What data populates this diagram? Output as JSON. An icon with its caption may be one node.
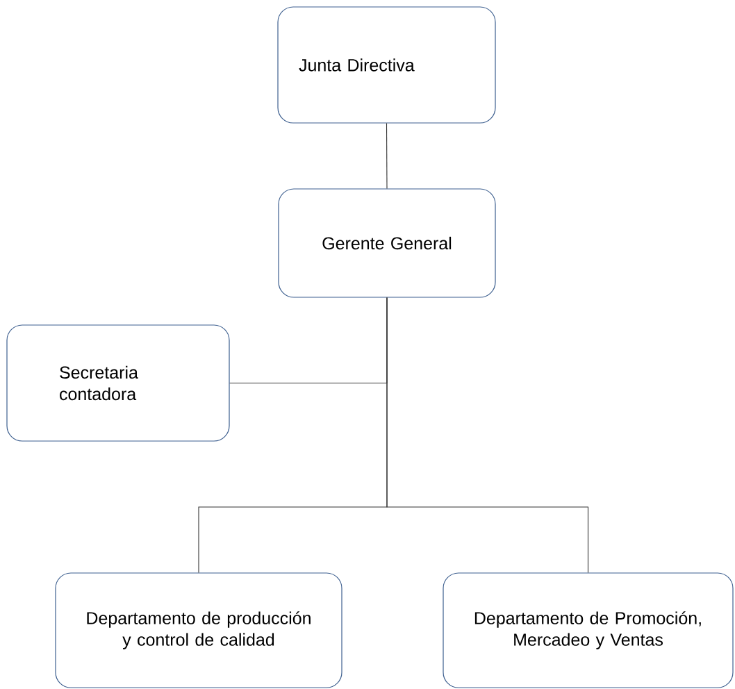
{
  "diagram": {
    "nodes": [
      {
        "text": [
          "Junta Directiva"
        ]
      },
      {
        "text": [
          "Gerente General"
        ]
      },
      {
        "text": [
          "Secretaria contadora"
        ]
      },
      {
        "text": [
          "Departamento de producción y control de calidad"
        ]
      },
      {
        "text": [
          "Departamento de Promoción, Mercadeo y Ventas"
        ]
      }
    ],
    "edges": [
      {
        "from": 0,
        "to": 1,
        "arrow": "none"
      },
      {
        "from": 1,
        "to": 2,
        "arrow": "none"
      },
      {
        "from": 1,
        "to": 3,
        "arrow": "none"
      },
      {
        "from": 1,
        "to": 4,
        "arrow": "none"
      }
    ]
  }
}
